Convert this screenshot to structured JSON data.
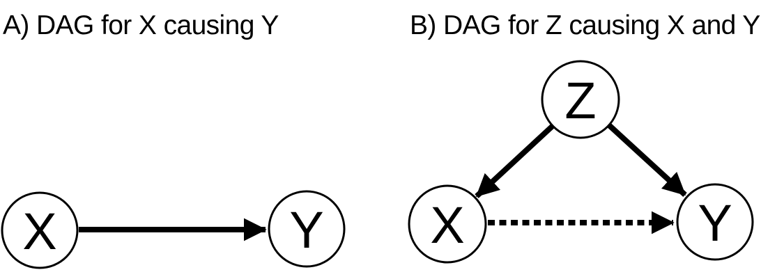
{
  "figure": {
    "background_color": "#ffffff",
    "ink_color": "#000000"
  },
  "panels": [
    {
      "label": "A",
      "title": "A) DAG for X causing Y",
      "nodes": [
        {
          "id": "X",
          "label": "X"
        },
        {
          "id": "Y",
          "label": "Y"
        }
      ],
      "edges": [
        {
          "from": "X",
          "to": "Y",
          "style": "solid",
          "arrowhead": "filled-triangle"
        }
      ]
    },
    {
      "label": "B",
      "title": "B) DAG for Z causing X and Y",
      "nodes": [
        {
          "id": "Z",
          "label": "Z"
        },
        {
          "id": "X",
          "label": "X"
        },
        {
          "id": "Y",
          "label": "Y"
        }
      ],
      "edges": [
        {
          "from": "Z",
          "to": "X",
          "style": "solid",
          "arrowhead": "filled-triangle"
        },
        {
          "from": "Z",
          "to": "Y",
          "style": "solid",
          "arrowhead": "filled-triangle"
        },
        {
          "from": "X",
          "to": "Y",
          "style": "dashed",
          "arrowhead": "filled-triangle"
        }
      ]
    }
  ]
}
